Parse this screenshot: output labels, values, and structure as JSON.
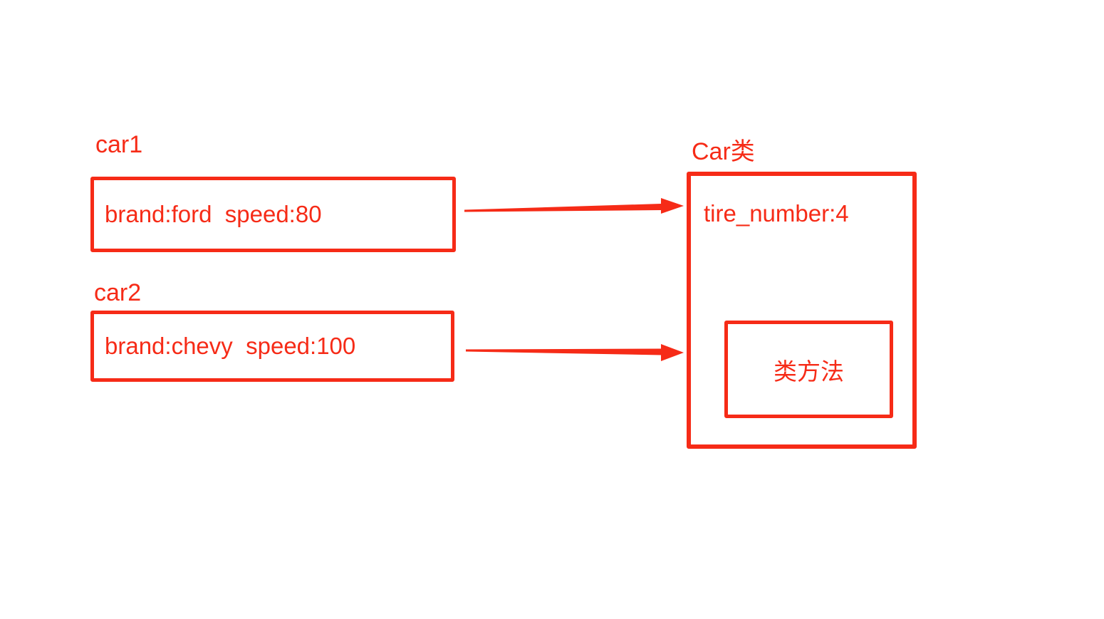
{
  "diagram": {
    "accent_color": "#f62b17",
    "instances": [
      {
        "label": "car1",
        "attributes": "brand:ford  speed:80"
      },
      {
        "label": "car2",
        "attributes": "brand:chevy  speed:100"
      }
    ],
    "class_box": {
      "label": "Car类",
      "attribute": "tire_number:4",
      "method_label": "类方法"
    }
  }
}
